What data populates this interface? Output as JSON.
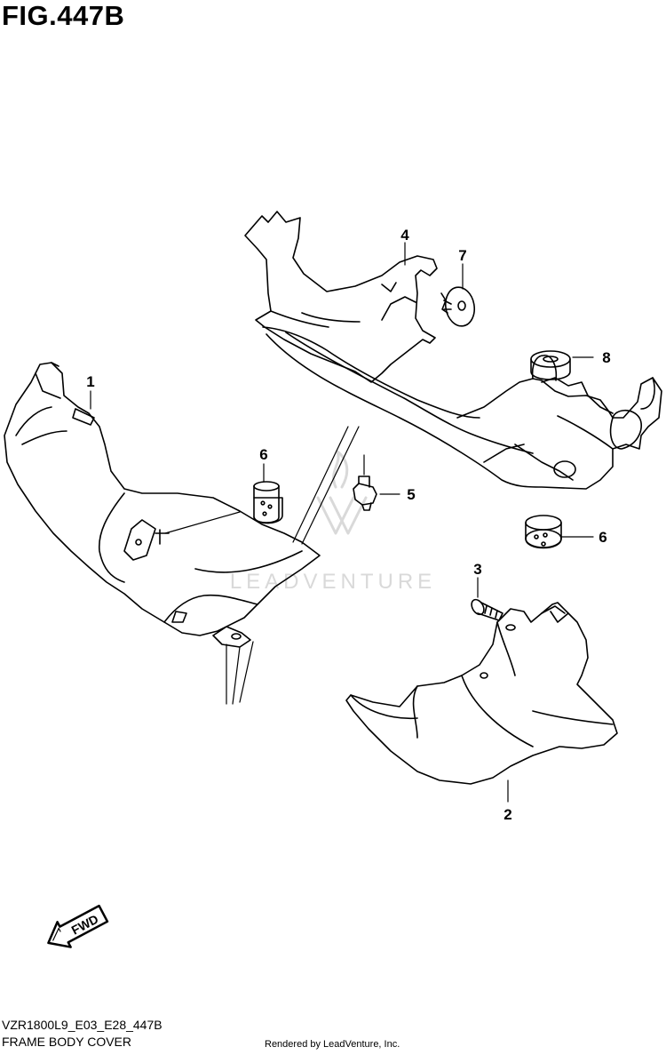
{
  "figure": {
    "title": "FIG.447B",
    "model_code": "VZR1800L9_E03_E28_447B",
    "name": "FRAME BODY COVER"
  },
  "callouts": [
    "1",
    "2",
    "3",
    "4",
    "5",
    "6",
    "6",
    "7",
    "8"
  ],
  "direction_label": "FWD",
  "watermark": "LEADVENTURE",
  "footer": {
    "rendered_by": "Rendered by LeadVenture, Inc."
  },
  "colors": {
    "line": "#000000",
    "watermark": "#d9d9d9",
    "background": "#ffffff"
  }
}
